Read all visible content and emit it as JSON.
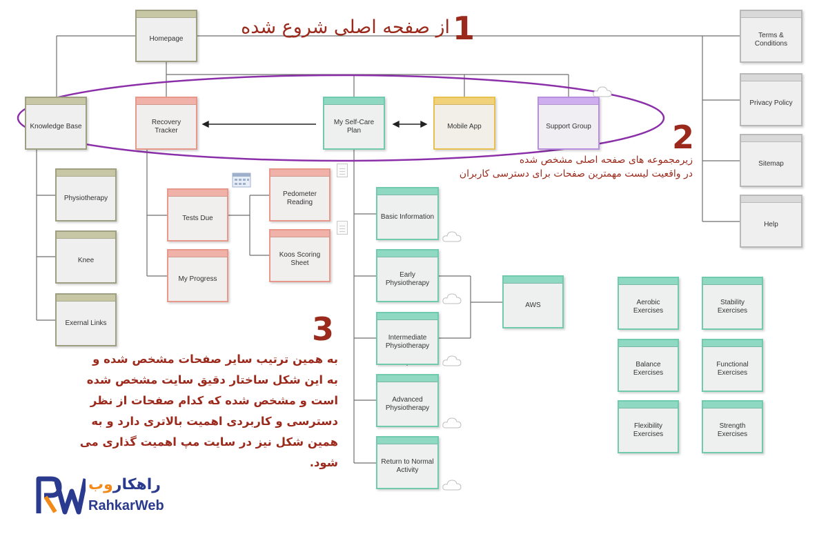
{
  "nodes": {
    "homepage": "Homepage",
    "terms": "Terms & Conditions",
    "privacy": "Privacy Policy",
    "sitemap": "Sitemap",
    "help": "Help",
    "knowledge_base": "Knowledge Base",
    "recovery_tracker": "Recovery Tracker",
    "self_care_plan": "My Self-Care Plan",
    "mobile_app": "Mobile App",
    "support_group": "Support Group",
    "physiotherapy": "Physiotherapy",
    "knee": "Knee",
    "external_links": "Exernal Links",
    "tests_due": "Tests Due",
    "my_progress": "My Progress",
    "pedometer": "Pedometer Reading",
    "koos": "Koos Scoring Sheet",
    "basic_info": "Basic Information",
    "early_physio": "Early Physiotherapy",
    "intermediate_physio": "Intermediate Physiotherapy",
    "advanced_physio": "Advanced Physiotherapy",
    "return_normal": "Return to Normal Activity",
    "aws": "AWS",
    "aerobic": "Aerobic Exercises",
    "stability": "Stability Exercises",
    "balance": "Balance Exercises",
    "functional": "Functional Exercises",
    "flexibility": "Flexibility Exercises",
    "strength": "Strength Exercises"
  },
  "annotations": {
    "num1": "1",
    "text1": "از صفحه اصلی شروع شده",
    "num2": "2",
    "text2_line1": "زیرمجموعه های صفحه اصلی مشخص شده",
    "text2_line2": "در واقعیت لیست مهمترین صفحات برای دسترسی کاربران",
    "num3": "3",
    "text3_lines": [
      "به همین ترتیب سایر صفحات مشخص شده و",
      "به این شکل ساختار دقیق سایت مشخص شده",
      "است و مشخص شده که کدام صفحات از نظر",
      "دسترسی و کاربردی اهمیت بالاتری دارد و به",
      "همین شکل نیز در سایت مپ اهمیت گذاری می",
      "شود."
    ]
  },
  "logo": {
    "fa_blue": "راهکار",
    "fa_orange": "وب",
    "en": "RahkarWeb"
  },
  "colors": {
    "annotation_red": "#9b2a1c",
    "ellipse_purple": "#8a2fa8",
    "logo_blue": "#2a3a8e",
    "logo_orange": "#f28a1a"
  }
}
